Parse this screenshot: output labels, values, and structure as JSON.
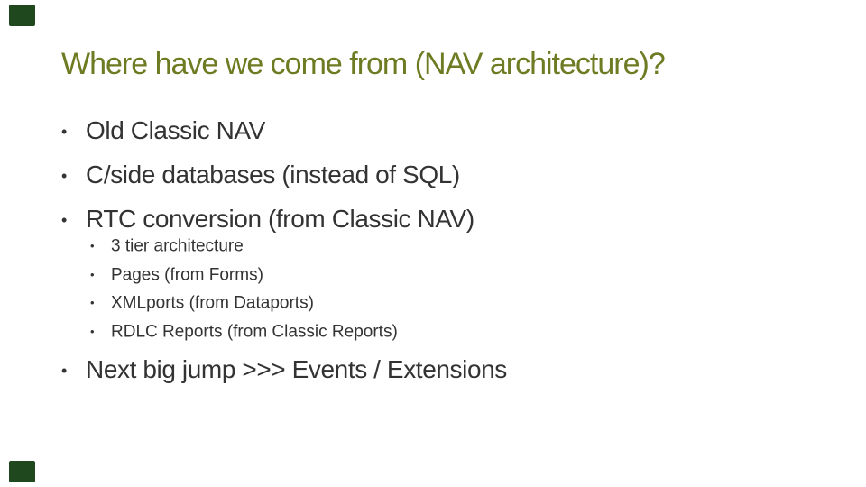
{
  "slide": {
    "title": "Where have we come from (NAV architecture)?",
    "bullet_glyph": "•",
    "bullets_level1": [
      {
        "label": "Old Classic NAV"
      },
      {
        "label": "C/side databases (instead of SQL)"
      },
      {
        "label": "RTC conversion (from Classic NAV)"
      }
    ],
    "bullets_level2": [
      {
        "label": "3 tier architecture"
      },
      {
        "label": "Pages (from Forms)"
      },
      {
        "label": "XMLports (from Dataports)"
      },
      {
        "label": "RDLC Reports (from Classic Reports)"
      }
    ],
    "closing_bullet": "Next big jump >>> Events / Extensions",
    "colors": {
      "title_text": "#6f7b22",
      "body_text": "#333333",
      "corner_accent": "#20481f",
      "background": "#ffffff"
    }
  }
}
